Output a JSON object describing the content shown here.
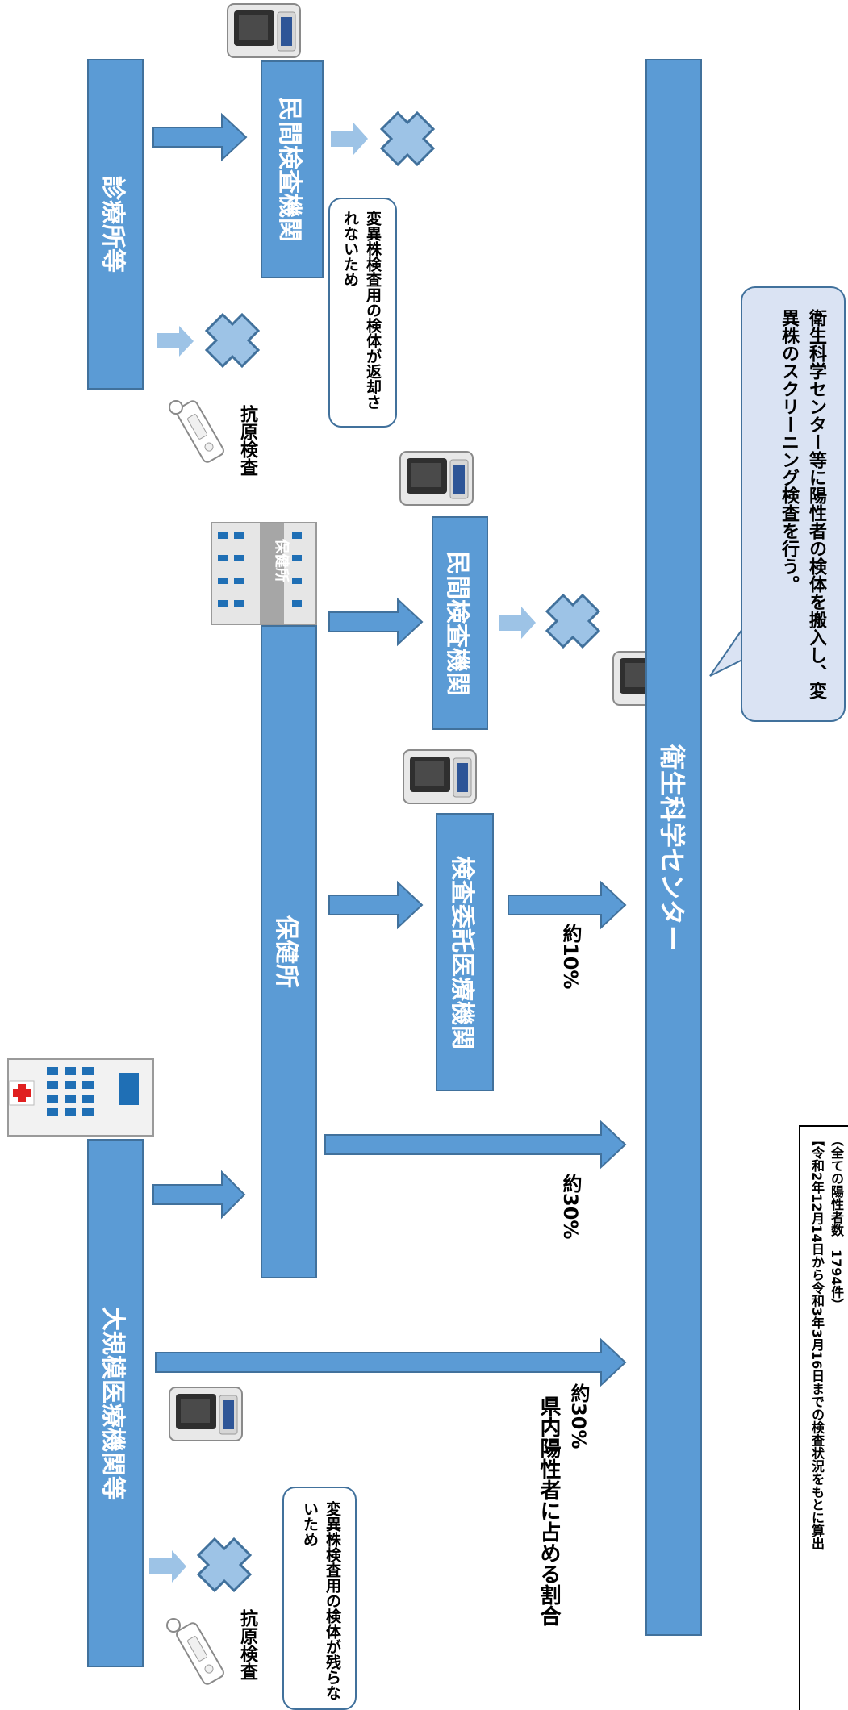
{
  "colors": {
    "bar_fill": "#5b9bd5",
    "bar_border": "#41719c",
    "callout_fill": "#dae3f3",
    "cross_fill": "#9dc3e6",
    "arrow_fill": "#5b9bd5"
  },
  "nodes": {
    "clinic": "診療所等",
    "private_lab_top": "民間検査機関",
    "large_hospital": "大規模医療機関等",
    "health_center": "保健所",
    "consigned_lab": "検査委託医療機関",
    "private_lab_mid": "民間検査機関",
    "institute": "衛生科学センター",
    "health_center_building_sign": "保健所"
  },
  "notes": {
    "top_no_return": "変異株検査用の検体が返却されないため",
    "bottom_no_remain": "変異株検査用の検体が残らないため",
    "institute_callout": "衛生科学センター等に陽性者の検体を搬入し、変異株のスクリーニング検査を行う。",
    "footnote_line1": "【令和2年12月14日から令和3年3月16日までの検査状況をもとに算出",
    "footnote_line2": "（全ての陽性者数　1794件）"
  },
  "labels": {
    "antigen_top": "抗原検査",
    "antigen_bottom": "抗原検査",
    "share_heading": "県内陽性者に占める割合",
    "share_large": "約30%",
    "share_health_center": "約30%",
    "share_consigned": "約10%"
  },
  "icons": [
    "pcr-machine-icon",
    "cross-icon",
    "antigen-test-kit-icon",
    "hospital-building-icon",
    "health-center-building-icon"
  ]
}
